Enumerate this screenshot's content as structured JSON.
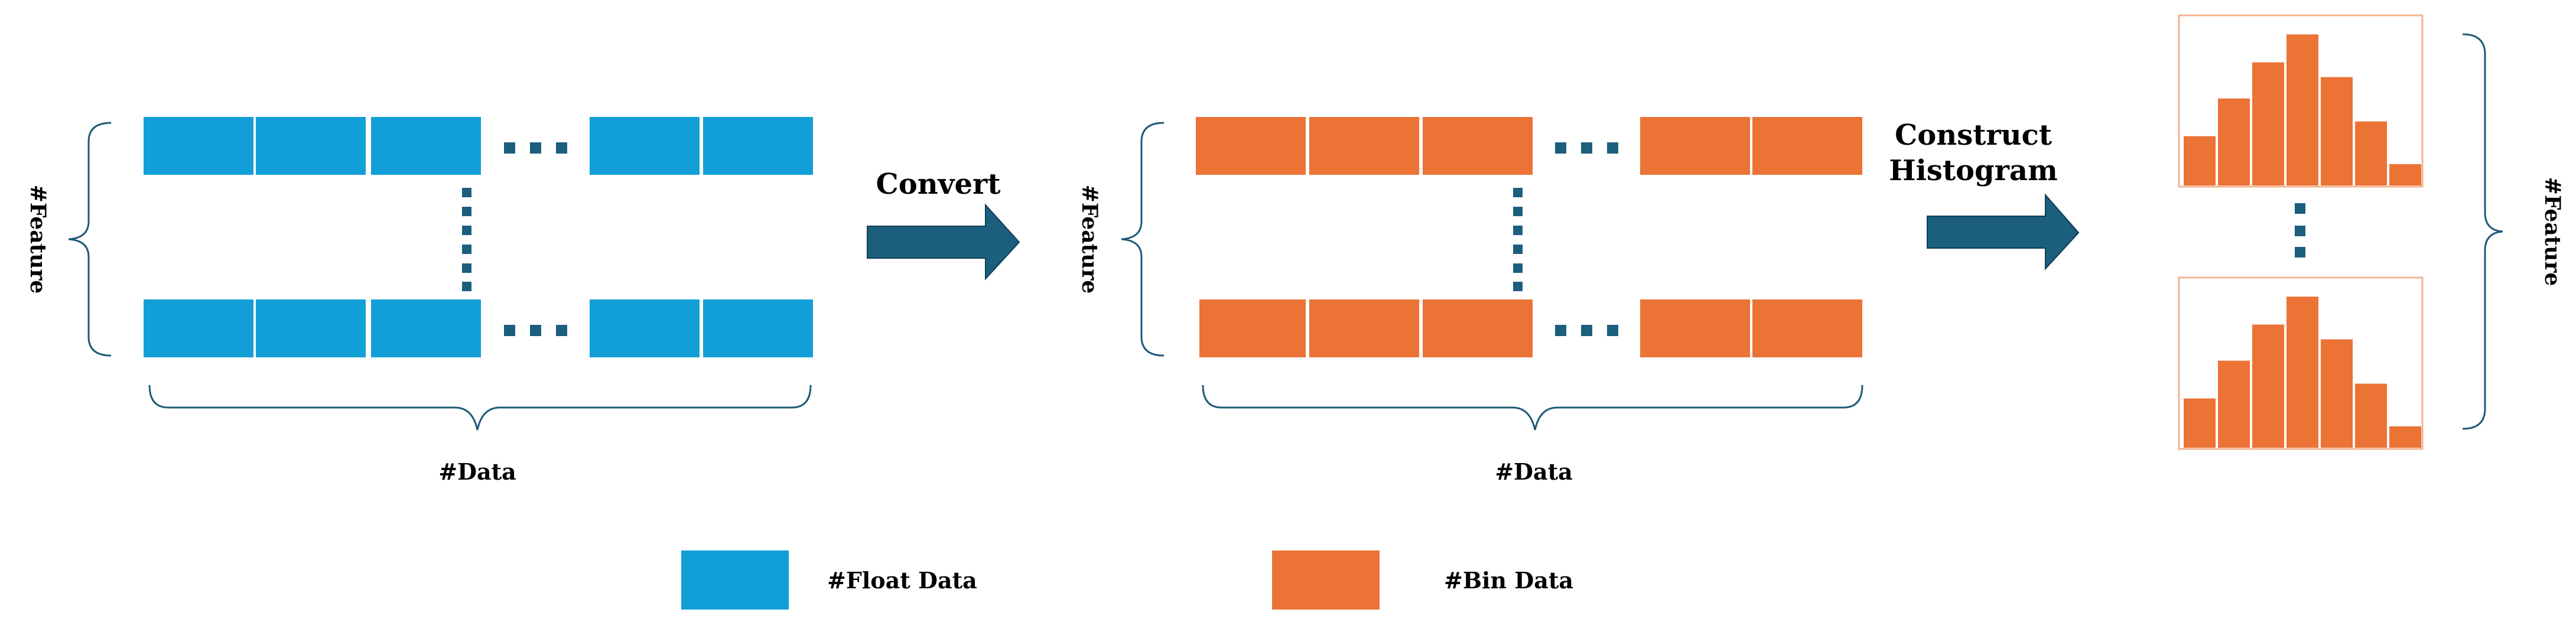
{
  "colors": {
    "float": "#129fd8",
    "bin": "#eb7336",
    "arrow": "#1b5e7e",
    "dots": "#1b5e7e",
    "brace": "#1f5a7a",
    "hist_border": "#f3b38f"
  },
  "labels": {
    "feature_left": "#Feature",
    "feature_middle": "#Feature",
    "feature_right": "#Feature",
    "data_left": "#Data",
    "data_middle": "#Data",
    "convert": "Convert",
    "construct_line1": "Construct",
    "construct_line2": "Histogram"
  },
  "legend": {
    "float_label": "#Float Data",
    "bin_label": "#Bin Data"
  },
  "histogram": {
    "values": [
      0.3,
      0.53,
      0.75,
      0.92,
      0.66,
      0.39,
      0.13
    ]
  }
}
